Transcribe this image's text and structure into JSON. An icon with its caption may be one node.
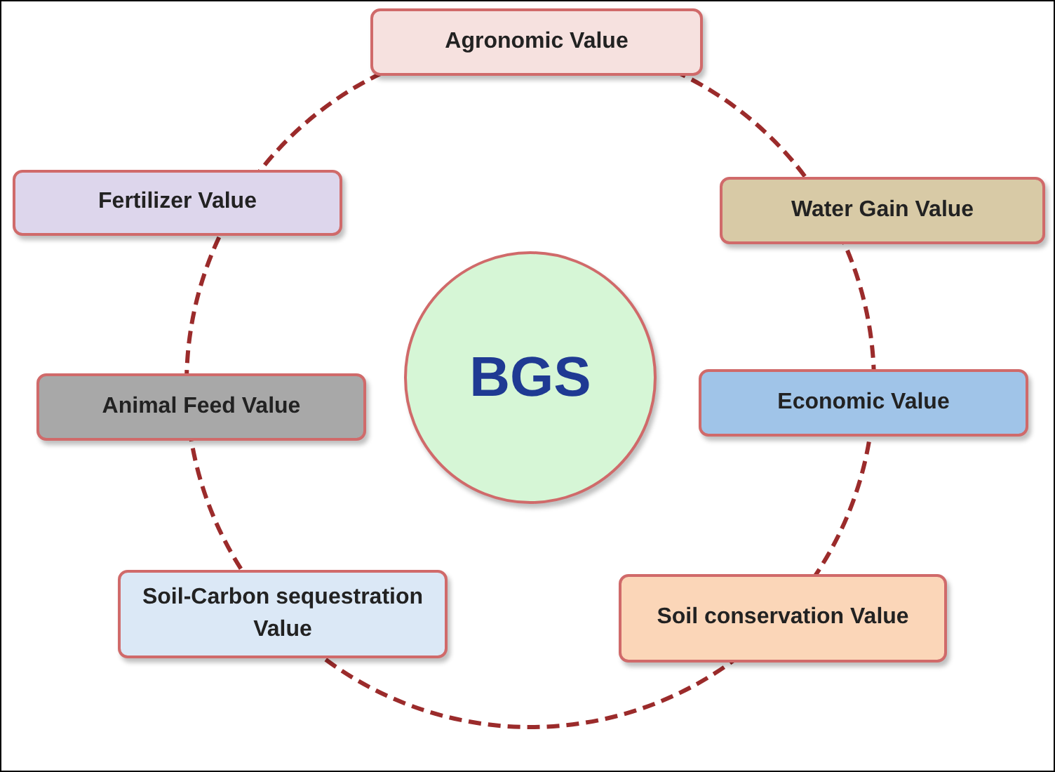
{
  "diagram": {
    "nodes": [
      {
        "text": [
          "Agronomic Value"
        ]
      },
      {
        "text": [
          "Fertilizer Value"
        ]
      },
      {
        "text": [
          "Water Gain Value"
        ]
      },
      {
        "text": [
          "BGS"
        ]
      },
      {
        "text": [
          "Animal Feed Value"
        ]
      },
      {
        "text": [
          "Economic Value"
        ]
      },
      {
        "text": [
          "Soil-Carbon sequestration Value"
        ]
      },
      {
        "text": [
          "Soil conservation Value"
        ]
      }
    ],
    "edges": []
  }
}
